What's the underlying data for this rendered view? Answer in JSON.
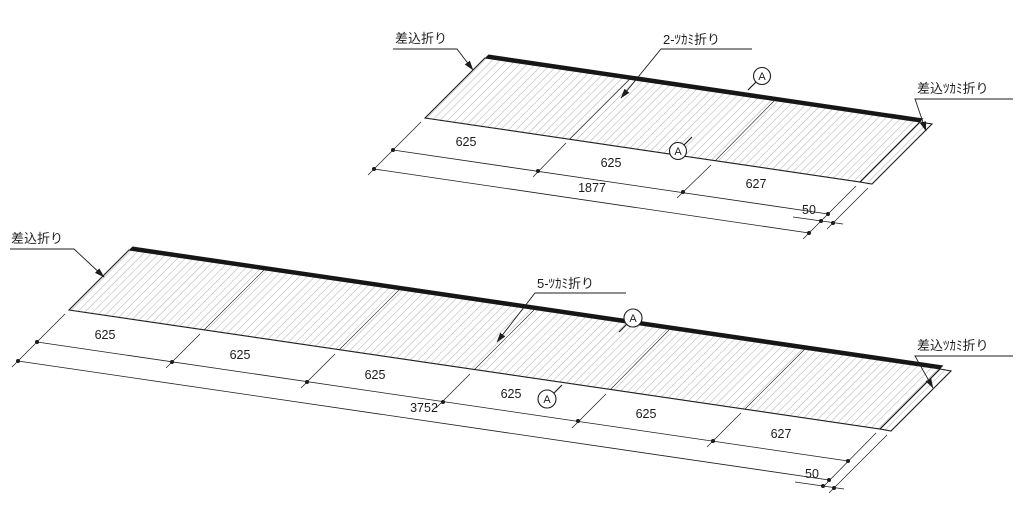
{
  "style": {
    "line_color": "#1c1c1c",
    "hatch_color": "#8a8a8a",
    "background": "#ffffff"
  },
  "top": {
    "label_insert_fold": "差込折り",
    "label_fold_count": "2-ﾂｶﾐ折り",
    "label_insert_tsukami": "差込ﾂｶﾐ折り",
    "section_mark": "A",
    "dims": [
      "625",
      "625",
      "627"
    ],
    "total": "1877",
    "flange": "50"
  },
  "bottom": {
    "label_insert_fold": "差込折り",
    "label_fold_count": "5-ﾂｶﾐ折り",
    "label_insert_tsukami": "差込ﾂｶﾐ折り",
    "section_mark": "A",
    "dims": [
      "625",
      "625",
      "625",
      "625",
      "625",
      "627"
    ],
    "total": "3752",
    "flange": "50"
  }
}
